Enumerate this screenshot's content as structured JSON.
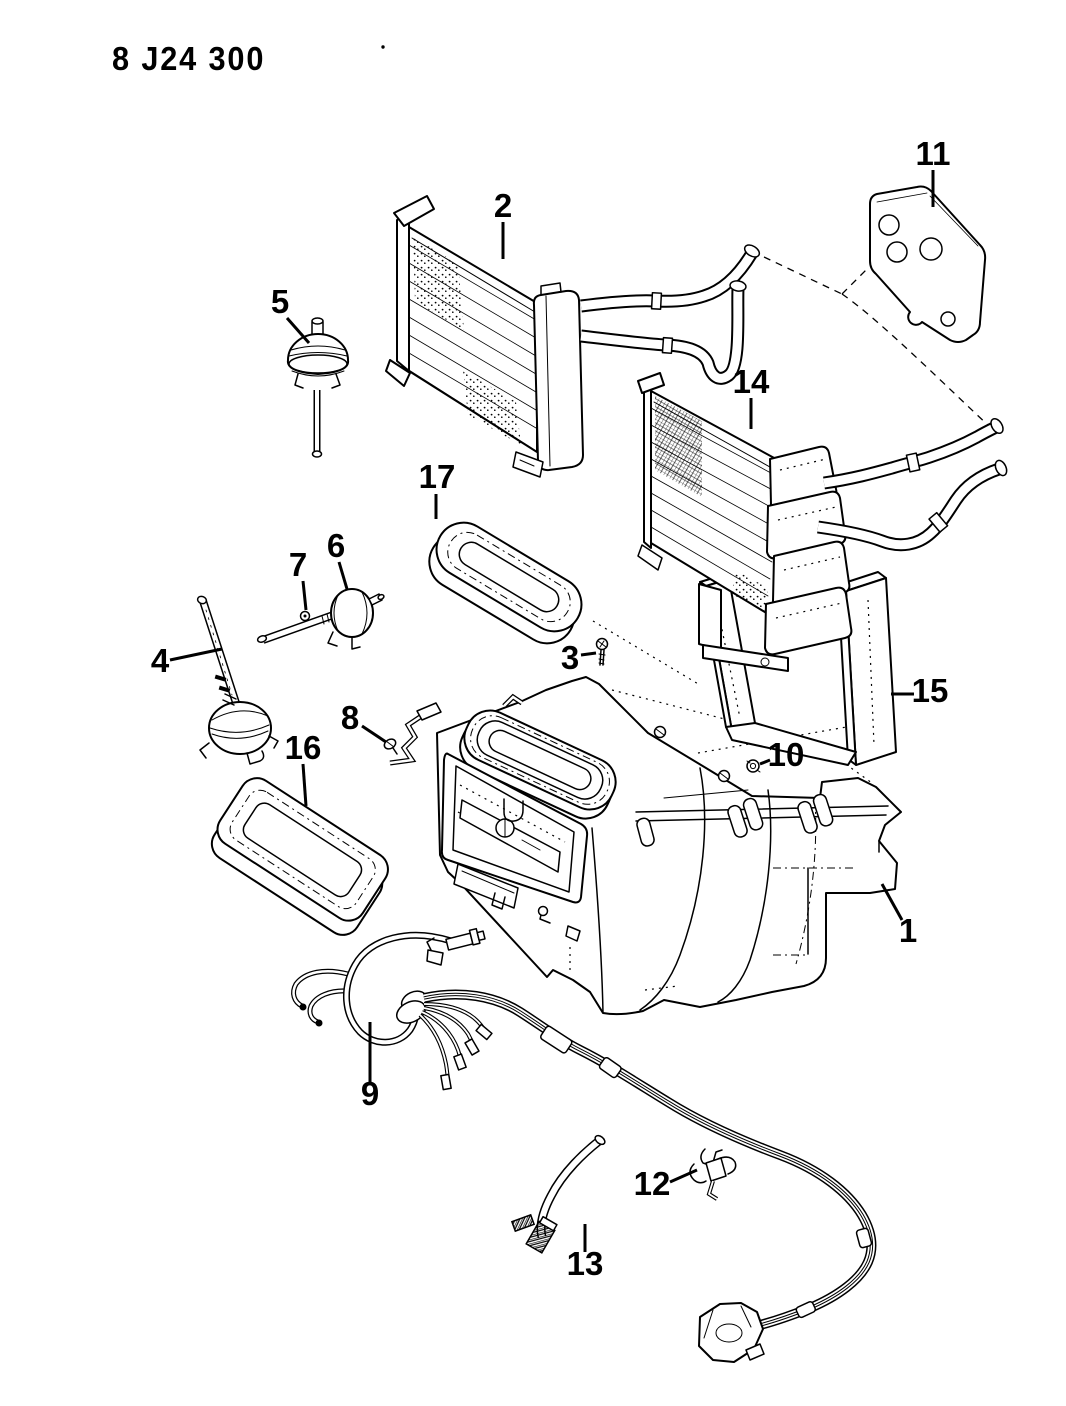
{
  "page": {
    "title": "8 J24 300"
  },
  "diagram": {
    "colors": {
      "line": "#000000",
      "background": "#ffffff"
    },
    "callouts": {
      "c1": "1",
      "c2": "2",
      "c3": "3",
      "c4": "4",
      "c5": "5",
      "c6": "6",
      "c7": "7",
      "c8": "8",
      "c9": "9",
      "c10": "10",
      "c11": "11",
      "c12": "12",
      "c13": "13",
      "c14": "14",
      "c15": "15",
      "c16": "16",
      "c17": "17"
    }
  }
}
